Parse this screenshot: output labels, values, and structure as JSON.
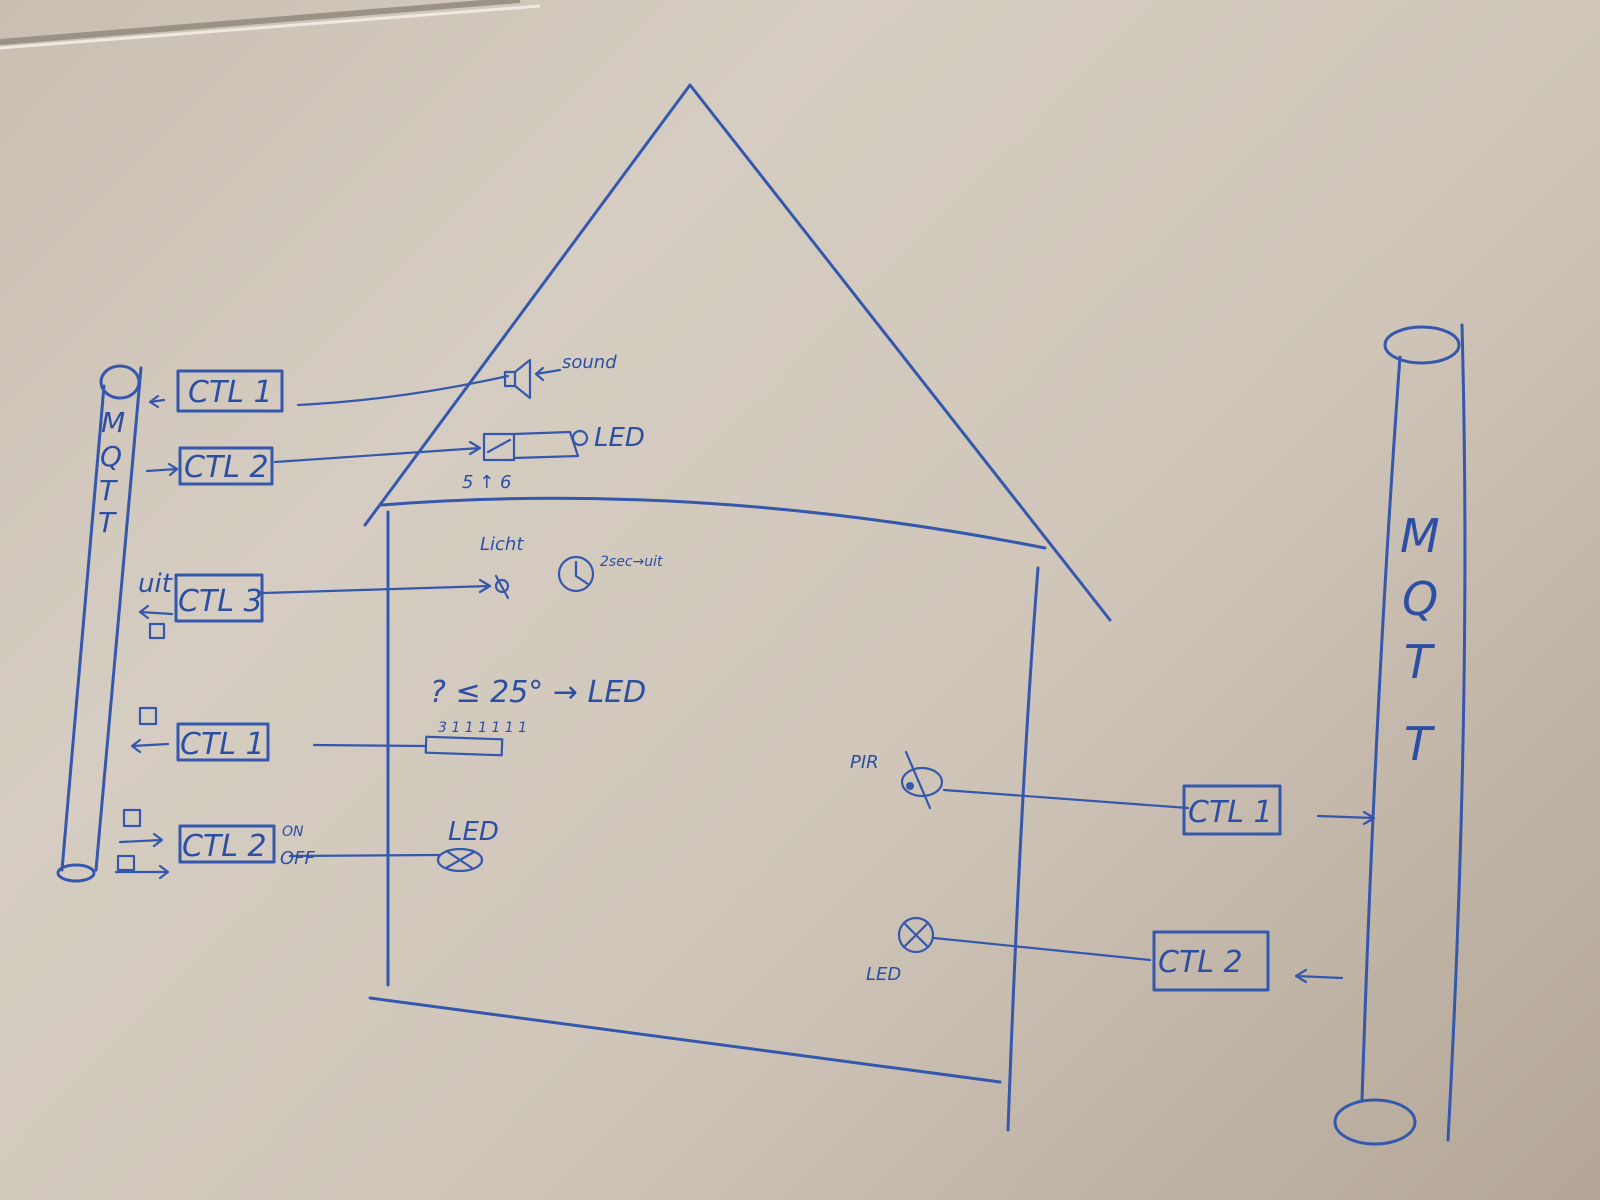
{
  "left_mqtt": {
    "letters": [
      "M",
      "Q",
      "T",
      "T"
    ]
  },
  "right_mqtt": {
    "letters": [
      "M",
      "Q",
      "T",
      "T"
    ]
  },
  "left_controllers": [
    {
      "label": "CTL 1"
    },
    {
      "label": "CTL 2"
    },
    {
      "label": "CTL 3"
    },
    {
      "label": "CTL 1"
    },
    {
      "label": "CTL 2"
    }
  ],
  "right_controllers": [
    {
      "label": "CTL 1"
    },
    {
      "label": "CTL 2"
    }
  ],
  "annotations": {
    "sound": "sound",
    "led_top": "LED",
    "bits": "5 ↑ 6",
    "licht": "Licht",
    "timer": "2sec→uit",
    "uit": "uit",
    "temp_rule": "? ≤ 25° → LED",
    "strip_digits": "3 1 1 1 1 1 1",
    "led_bottom": "LED",
    "on": "ON",
    "off": "OFF",
    "pir": "PIR",
    "led_right": "LED"
  },
  "colors": {
    "ink": "#3558ad",
    "board": "#d6cdc2"
  }
}
